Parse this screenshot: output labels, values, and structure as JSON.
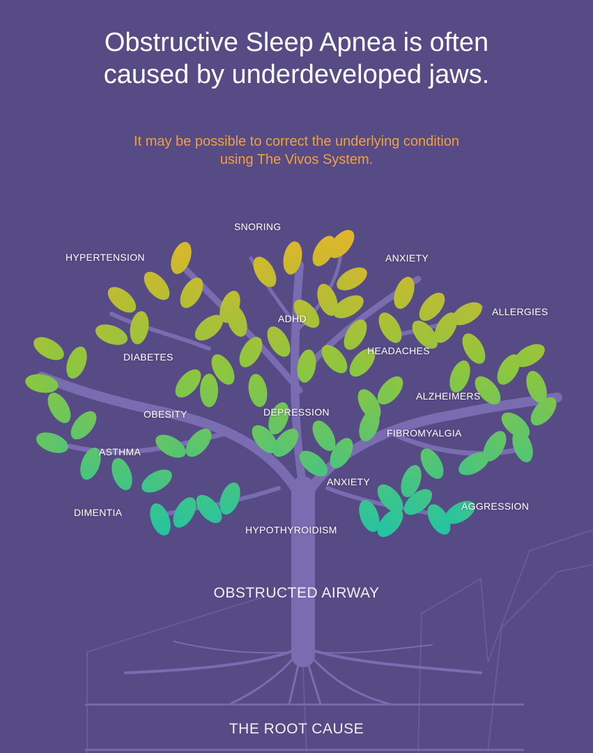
{
  "title_lines": [
    "Obstructive Sleep Apnea is often",
    "caused by underdeveloped jaws."
  ],
  "subtitle_lines": [
    "It may be possible to correct the underlying condition",
    "using The Vivos System."
  ],
  "conditions": {
    "snoring": "SNORING",
    "hypertension": "HYPERTENSION",
    "anxiety_top": "ANXIETY",
    "allergies": "ALLERGIES",
    "adhd": "ADHD",
    "diabetes": "DIABETES",
    "headaches": "HEADACHES",
    "alzheimers": "ALZHEIMERS",
    "obesity": "OBESITY",
    "depression": "DEPRESSION",
    "fibromyalgia": "FIBROMYALGIA",
    "asthma": "ASTHMA",
    "anxiety_bottom": "ANXIETY",
    "aggression": "AGGRESSION",
    "dimentia": "DIMENTIA",
    "hypothyroidism": "HYPOTHYROIDISM"
  },
  "trunk_label": "OBSTRUCTED AIRWAY",
  "root_label": "THE ROOT CAUSE",
  "colors": {
    "background": "#574b86",
    "accent": "#f0a040",
    "branch": "#7a6cb0",
    "leaf_top": "#e2b52a",
    "leaf_mid": "#8cc63f",
    "leaf_bottom": "#1fc3a8"
  }
}
